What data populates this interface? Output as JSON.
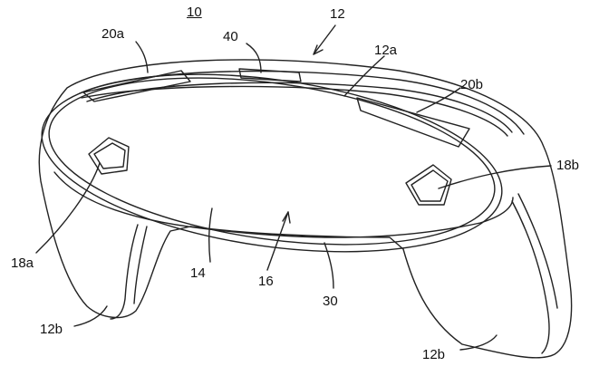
{
  "figure": {
    "labels": {
      "device": "10",
      "controller": "12",
      "top_edge": "12a",
      "button_left": "20a",
      "button_center": "40",
      "button_right": "20b",
      "grip_left": "12b",
      "grip_right": "12b",
      "marker_left": "18a",
      "marker_right": "18b",
      "surface": "14",
      "cavity": "16",
      "rim": "30"
    }
  }
}
